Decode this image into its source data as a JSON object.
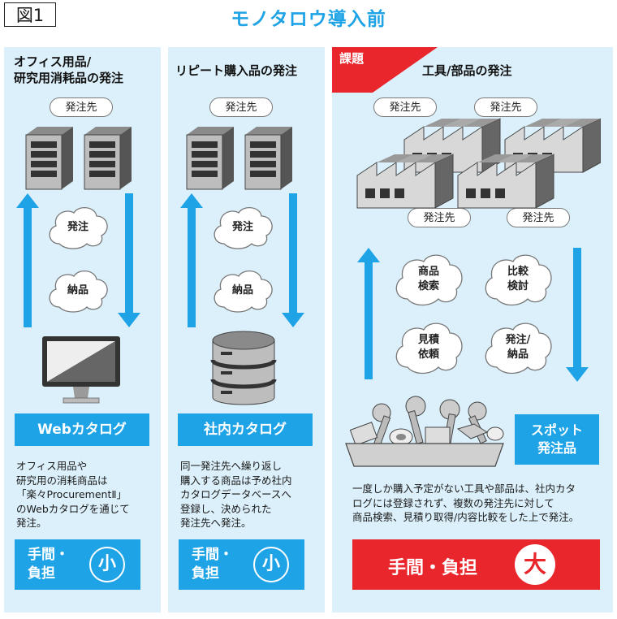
{
  "figure_label": "図1",
  "title": "モノタロウ導入前",
  "panels": {
    "office": {
      "title_line1": "オフィス用品/",
      "title_line2": "研究用消耗品の発注",
      "supplier_label": "発注先",
      "cloud_order": "発注",
      "cloud_delivery": "納品",
      "catalog_label": "Webカタログ",
      "desc_lines": [
        "オフィス用品や",
        "研究用の消耗商品は",
        "「楽々ProcurementⅡ」",
        "のWebカタログを通じて",
        "発注。"
      ],
      "effort_line1": "手間・",
      "effort_line2": "負担",
      "effort_level": "小"
    },
    "repeat": {
      "title": "リピート購入品の発注",
      "supplier_label": "発注先",
      "cloud_order": "発注",
      "cloud_delivery": "納品",
      "catalog_label": "社内カタログ",
      "desc_lines": [
        "同一発注先へ繰り返し",
        "購入する商品は予め社内",
        "カタログデータベースへ",
        "登録し、決められた",
        "発注先へ発注。"
      ],
      "effort_line1": "手間・",
      "effort_line2": "負担",
      "effort_level": "小"
    },
    "tools": {
      "badge": "課題",
      "title": "工具/部品の発注",
      "suppliers": [
        "発注先",
        "発注先",
        "発注先",
        "発注先"
      ],
      "cloud_search_1": "商品",
      "cloud_search_2": "検索",
      "cloud_compare_1": "比較",
      "cloud_compare_2": "検討",
      "cloud_quote_1": "見積",
      "cloud_quote_2": "依頼",
      "cloud_order_1": "発注/",
      "cloud_order_2": "納品",
      "spot_line1": "スポット",
      "spot_line2": "発注品",
      "desc_lines": [
        "一度しか購入予定がない工具や部品は、社内カタ",
        "ログには登録されず、複数の発注先に対して",
        "商品検索、見積り取得/内容比較をした上で発注。"
      ],
      "effort_label": "手間・負担",
      "effort_level": "大"
    }
  },
  "colors": {
    "accent_blue": "#1ea3e6",
    "panel_bg": "#dcf0fb",
    "alert_red": "#e8262c"
  }
}
